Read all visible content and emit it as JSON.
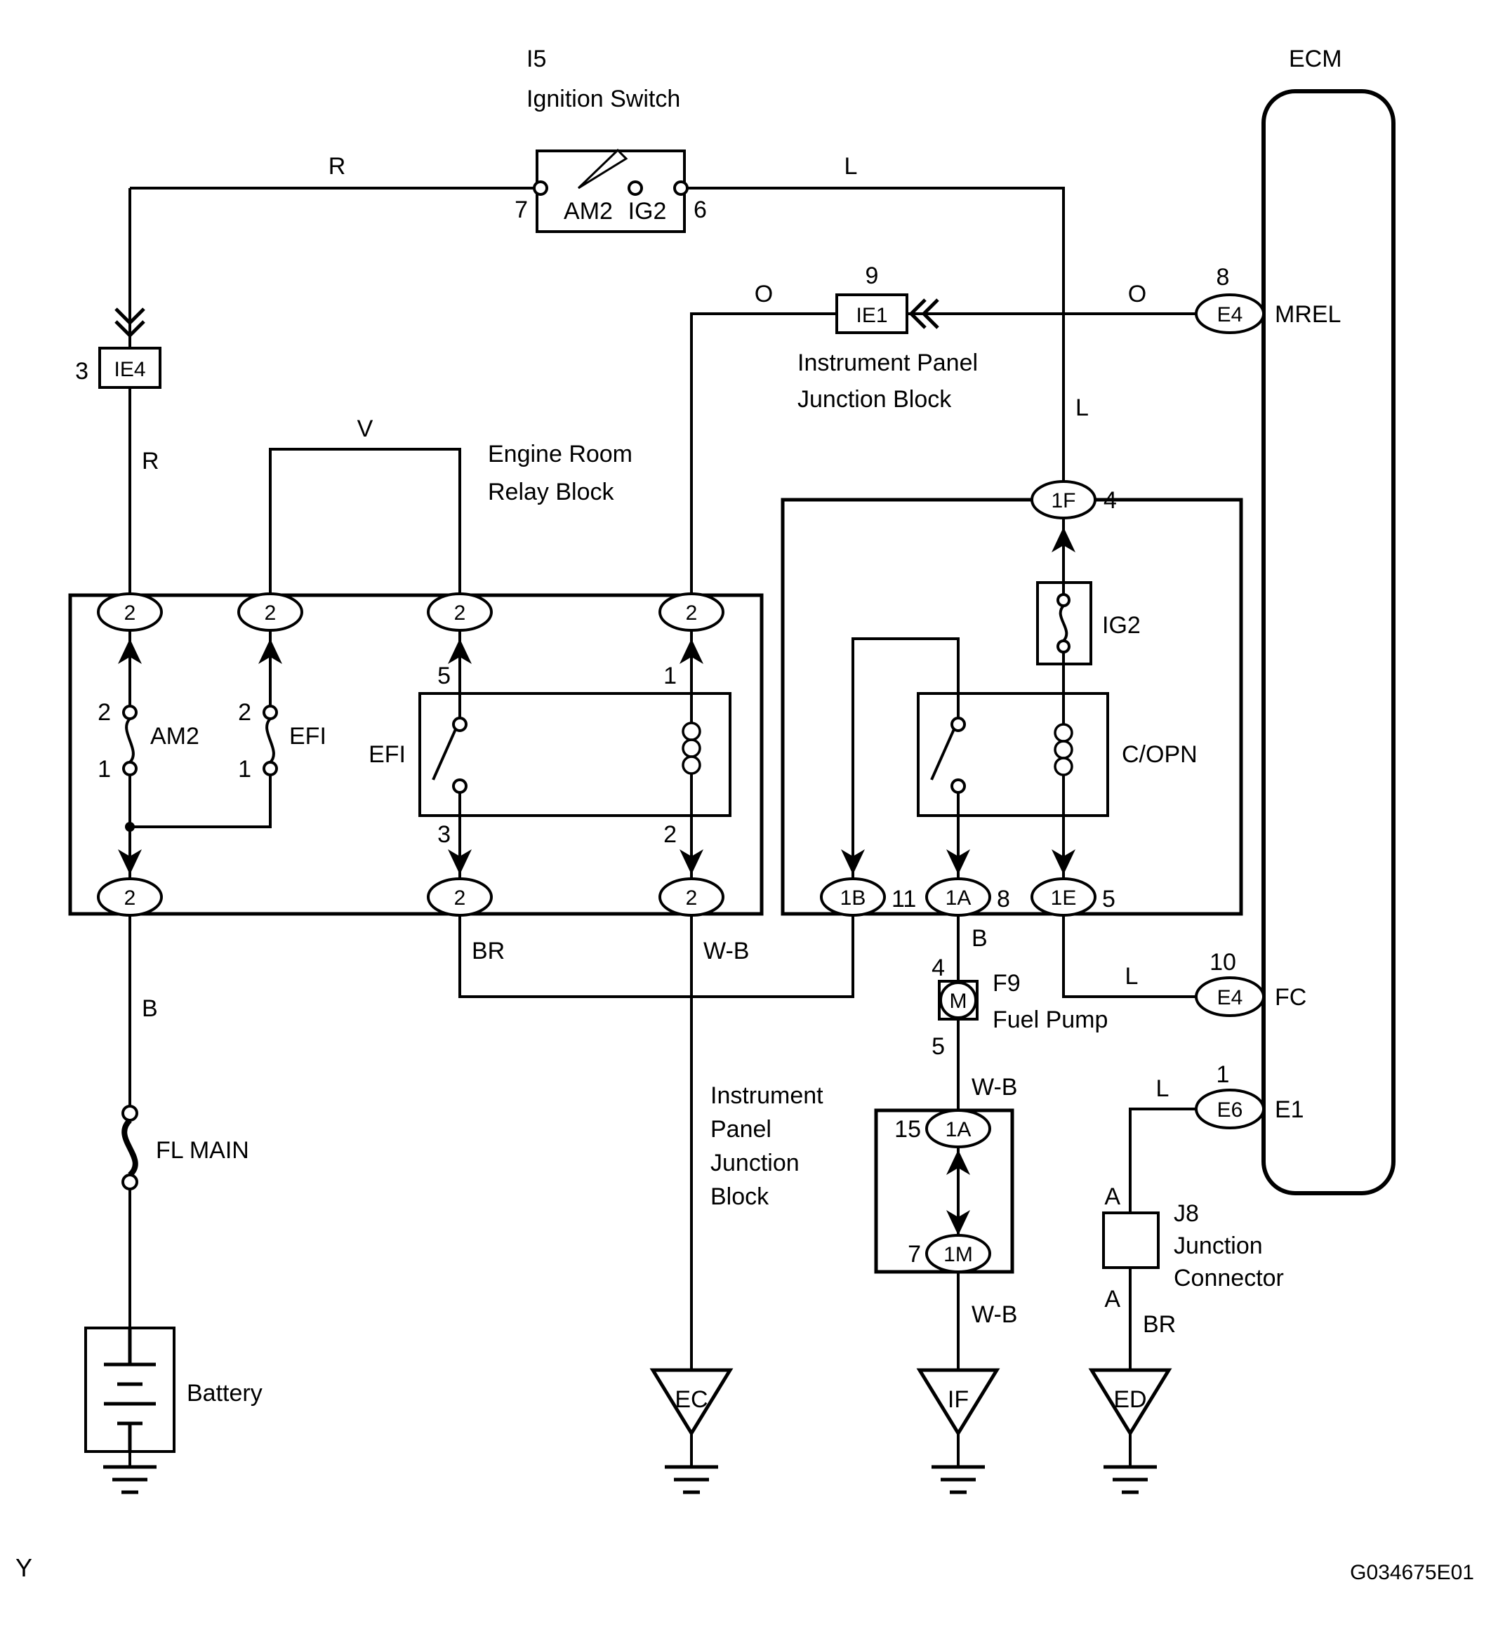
{
  "ignition_switch": {
    "id": "I5",
    "name": "Ignition Switch",
    "pin_left": "7",
    "pin_right": "6",
    "terminal_am2": "AM2",
    "terminal_ig2": "IG2"
  },
  "ecm": {
    "label": "ECM",
    "mrel_pin": "8",
    "mrel_connector": "E4",
    "mrel_terminal": "MREL",
    "fc_pin": "10",
    "fc_connector": "E4",
    "fc_terminal": "FC",
    "e1_pin": "1",
    "e1_connector": "E6",
    "e1_terminal": "E1"
  },
  "connectors": {
    "ie4_pin": "3",
    "ie4_label": "IE4",
    "ie1_pin": "9",
    "ie1_label": "IE1",
    "oval_2": "2",
    "c1f_label": "1F",
    "c1f_pin": "4",
    "c1b_label": "1B",
    "c1b_pin": "11",
    "c1a_label": "1A",
    "c1a_pin": "8",
    "c1e_label": "1E",
    "c1e_pin": "5",
    "jb1a_pin": "15",
    "jb1a_label": "1A",
    "jb1m_pin": "7",
    "jb1m_label": "1M"
  },
  "blocks": {
    "engine_room_line1": "Engine Room",
    "engine_room_line2": "Relay Block",
    "ipjb_line1": "Instrument Panel",
    "ipjb_line2": "Junction Block",
    "ipjb2_line1": "Instrument",
    "ipjb2_line2": "Panel",
    "ipjb2_line3": "Junction",
    "ipjb2_line4": "Block"
  },
  "components": {
    "am2_fuse_label": "AM2",
    "am2_pin_top": "2",
    "am2_pin_bottom": "1",
    "efi_fuse_label": "EFI",
    "efi_pin_top": "2",
    "efi_pin_bottom": "1",
    "efi_relay_label": "EFI",
    "efi_relay_pin5": "5",
    "efi_relay_pin3": "3",
    "efi_relay_pin1": "1",
    "efi_relay_pin2": "2",
    "ig2_fuse_label": "IG2",
    "copn_relay_label": "C/OPN",
    "fuel_pump_id": "F9",
    "fuel_pump_name": "Fuel Pump",
    "fuel_pump_motor": "M",
    "fuel_pump_pin_top": "4",
    "fuel_pump_pin_bottom": "5",
    "fl_main_label": "FL MAIN",
    "battery_label": "Battery",
    "j8_id": "J8",
    "j8_name_line1": "Junction",
    "j8_name_line2": "Connector",
    "j8_pin_top": "A",
    "j8_pin_bottom": "A"
  },
  "wires": {
    "r_top": "R",
    "l_top": "L",
    "r_left": "R",
    "v": "V",
    "o_left": "O",
    "o_right": "O",
    "l_ig2": "L",
    "b_battery": "B",
    "br_relay": "BR",
    "wb_relay": "W-B",
    "b_pump": "B",
    "wb_pump": "W-B",
    "wb_lower": "W-B",
    "l_fc": "L",
    "l_e1": "L",
    "br_ground": "BR"
  },
  "grounds": {
    "ec": "EC",
    "if_label": "IF",
    "ed": "ED"
  },
  "footer": {
    "page_marker": "Y",
    "doc_code": "G034675E01"
  }
}
